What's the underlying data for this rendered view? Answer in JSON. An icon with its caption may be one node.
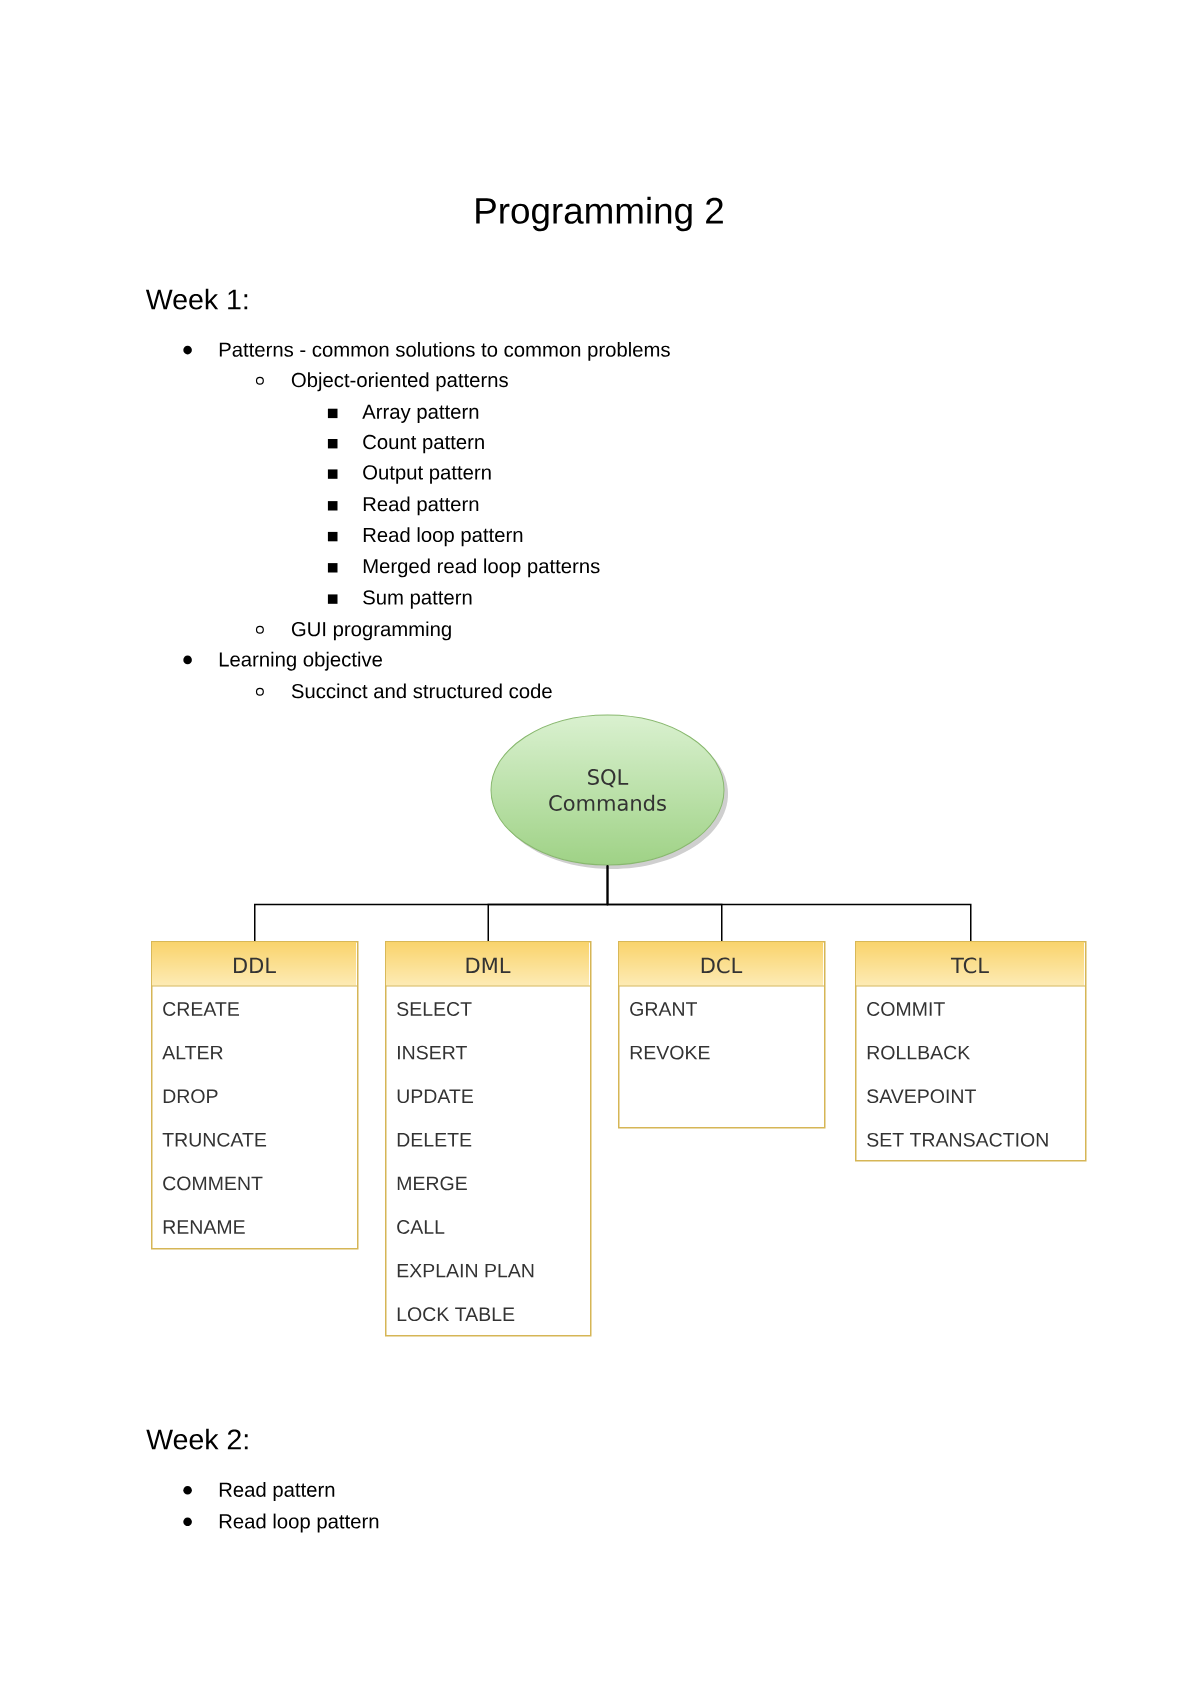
{
  "diagram": {
    "title": "Programming 2",
    "nodes": [
      {
        "text": [
          "SQL Commands"
        ]
      },
      {
        "text": [
          "DDL",
          "CREATE",
          "ALTER",
          "DROP",
          "TRUNCATE",
          "COMMENT",
          "RENAME"
        ]
      },
      {
        "text": [
          "DML",
          "SELECT",
          "INSERT",
          "UPDATE",
          "DELETE",
          "MERGE",
          "CALL",
          "EXPLAIN PLAN",
          "LOCK TABLE"
        ]
      },
      {
        "text": [
          "DCL",
          "GRANT",
          "REVOKE"
        ]
      },
      {
        "text": [
          "TCL",
          "COMMIT",
          "ROLLBACK",
          "SAVEPOINT",
          "SET TRANSACTION"
        ]
      }
    ],
    "edges": [
      {
        "from": 0,
        "to": 1,
        "arrow": "none"
      },
      {
        "from": 0,
        "to": 2,
        "arrow": "none"
      },
      {
        "from": 0,
        "to": 3,
        "arrow": "none"
      },
      {
        "from": 0,
        "to": 4,
        "arrow": "none"
      }
    ],
    "labels": [
      "Week 1:",
      "Patterns - common solutions to common problems",
      "Object-oriented patterns",
      "Array pattern",
      "Count pattern",
      "Output pattern",
      "Read pattern",
      "Read loop pattern",
      "Merged read loop patterns",
      "Sum pattern",
      "GUI programming",
      "Learning objective",
      "Succinct and structured code",
      "Week 2:",
      "Read pattern",
      "Read loop pattern"
    ]
  }
}
